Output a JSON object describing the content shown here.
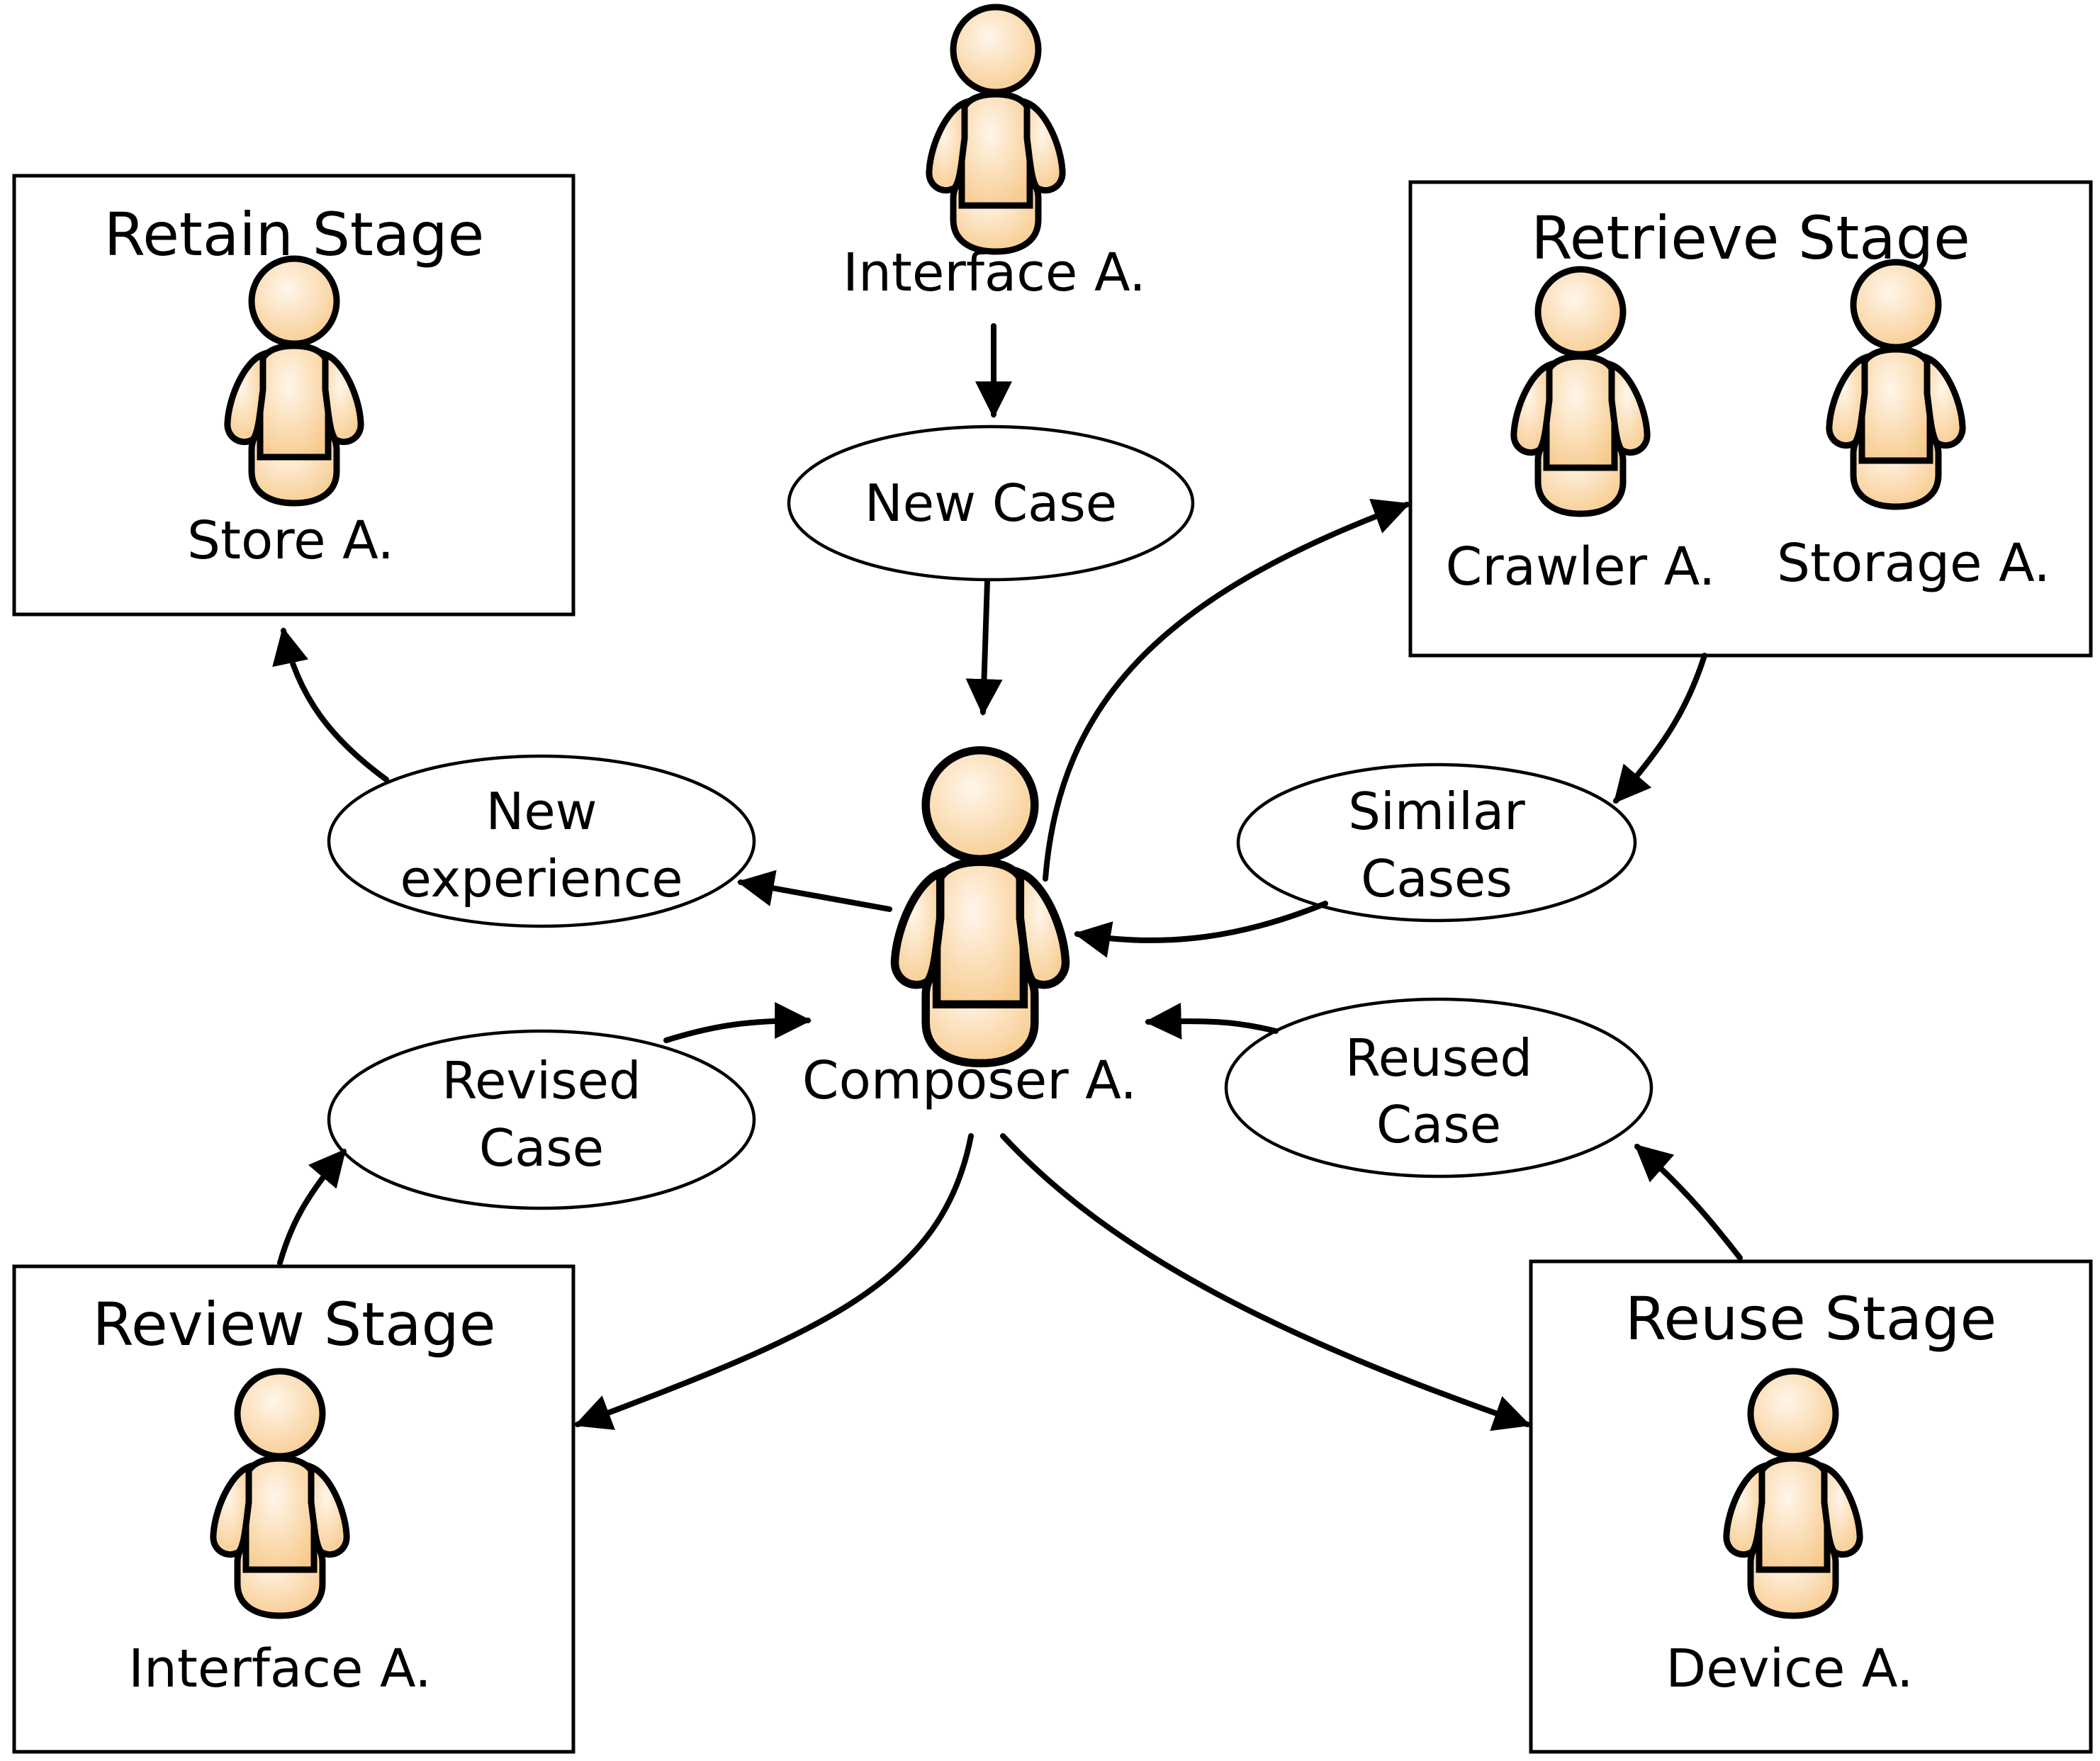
{
  "colors": {
    "agent_light": "#fff6ea",
    "agent_dark": "#f7c98a",
    "outline": "#000000",
    "background": "#ffffff"
  },
  "icons": [
    "person-agent-icon",
    "arrow-head-icon"
  ],
  "stages": {
    "retain": {
      "title": "Retain Stage",
      "agents": [
        "Store A."
      ]
    },
    "retrieve": {
      "title": "Retrieve Stage",
      "agents": [
        "Crawler A.",
        "Storage A."
      ]
    },
    "review": {
      "title": "Review Stage",
      "agents": [
        "Interface A."
      ]
    },
    "reuse": {
      "title": "Reuse Stage",
      "agents": [
        "Device A."
      ]
    }
  },
  "top_agent": "Interface A.",
  "center_agent": "Composer A.",
  "cases": {
    "new_case": [
      "New Case"
    ],
    "new_experience": [
      "New",
      "experience"
    ],
    "similar_cases": [
      "Similar",
      "Cases"
    ],
    "revised_case": [
      "Revised",
      "Case"
    ],
    "reused_case": [
      "Reused",
      "Case"
    ]
  }
}
